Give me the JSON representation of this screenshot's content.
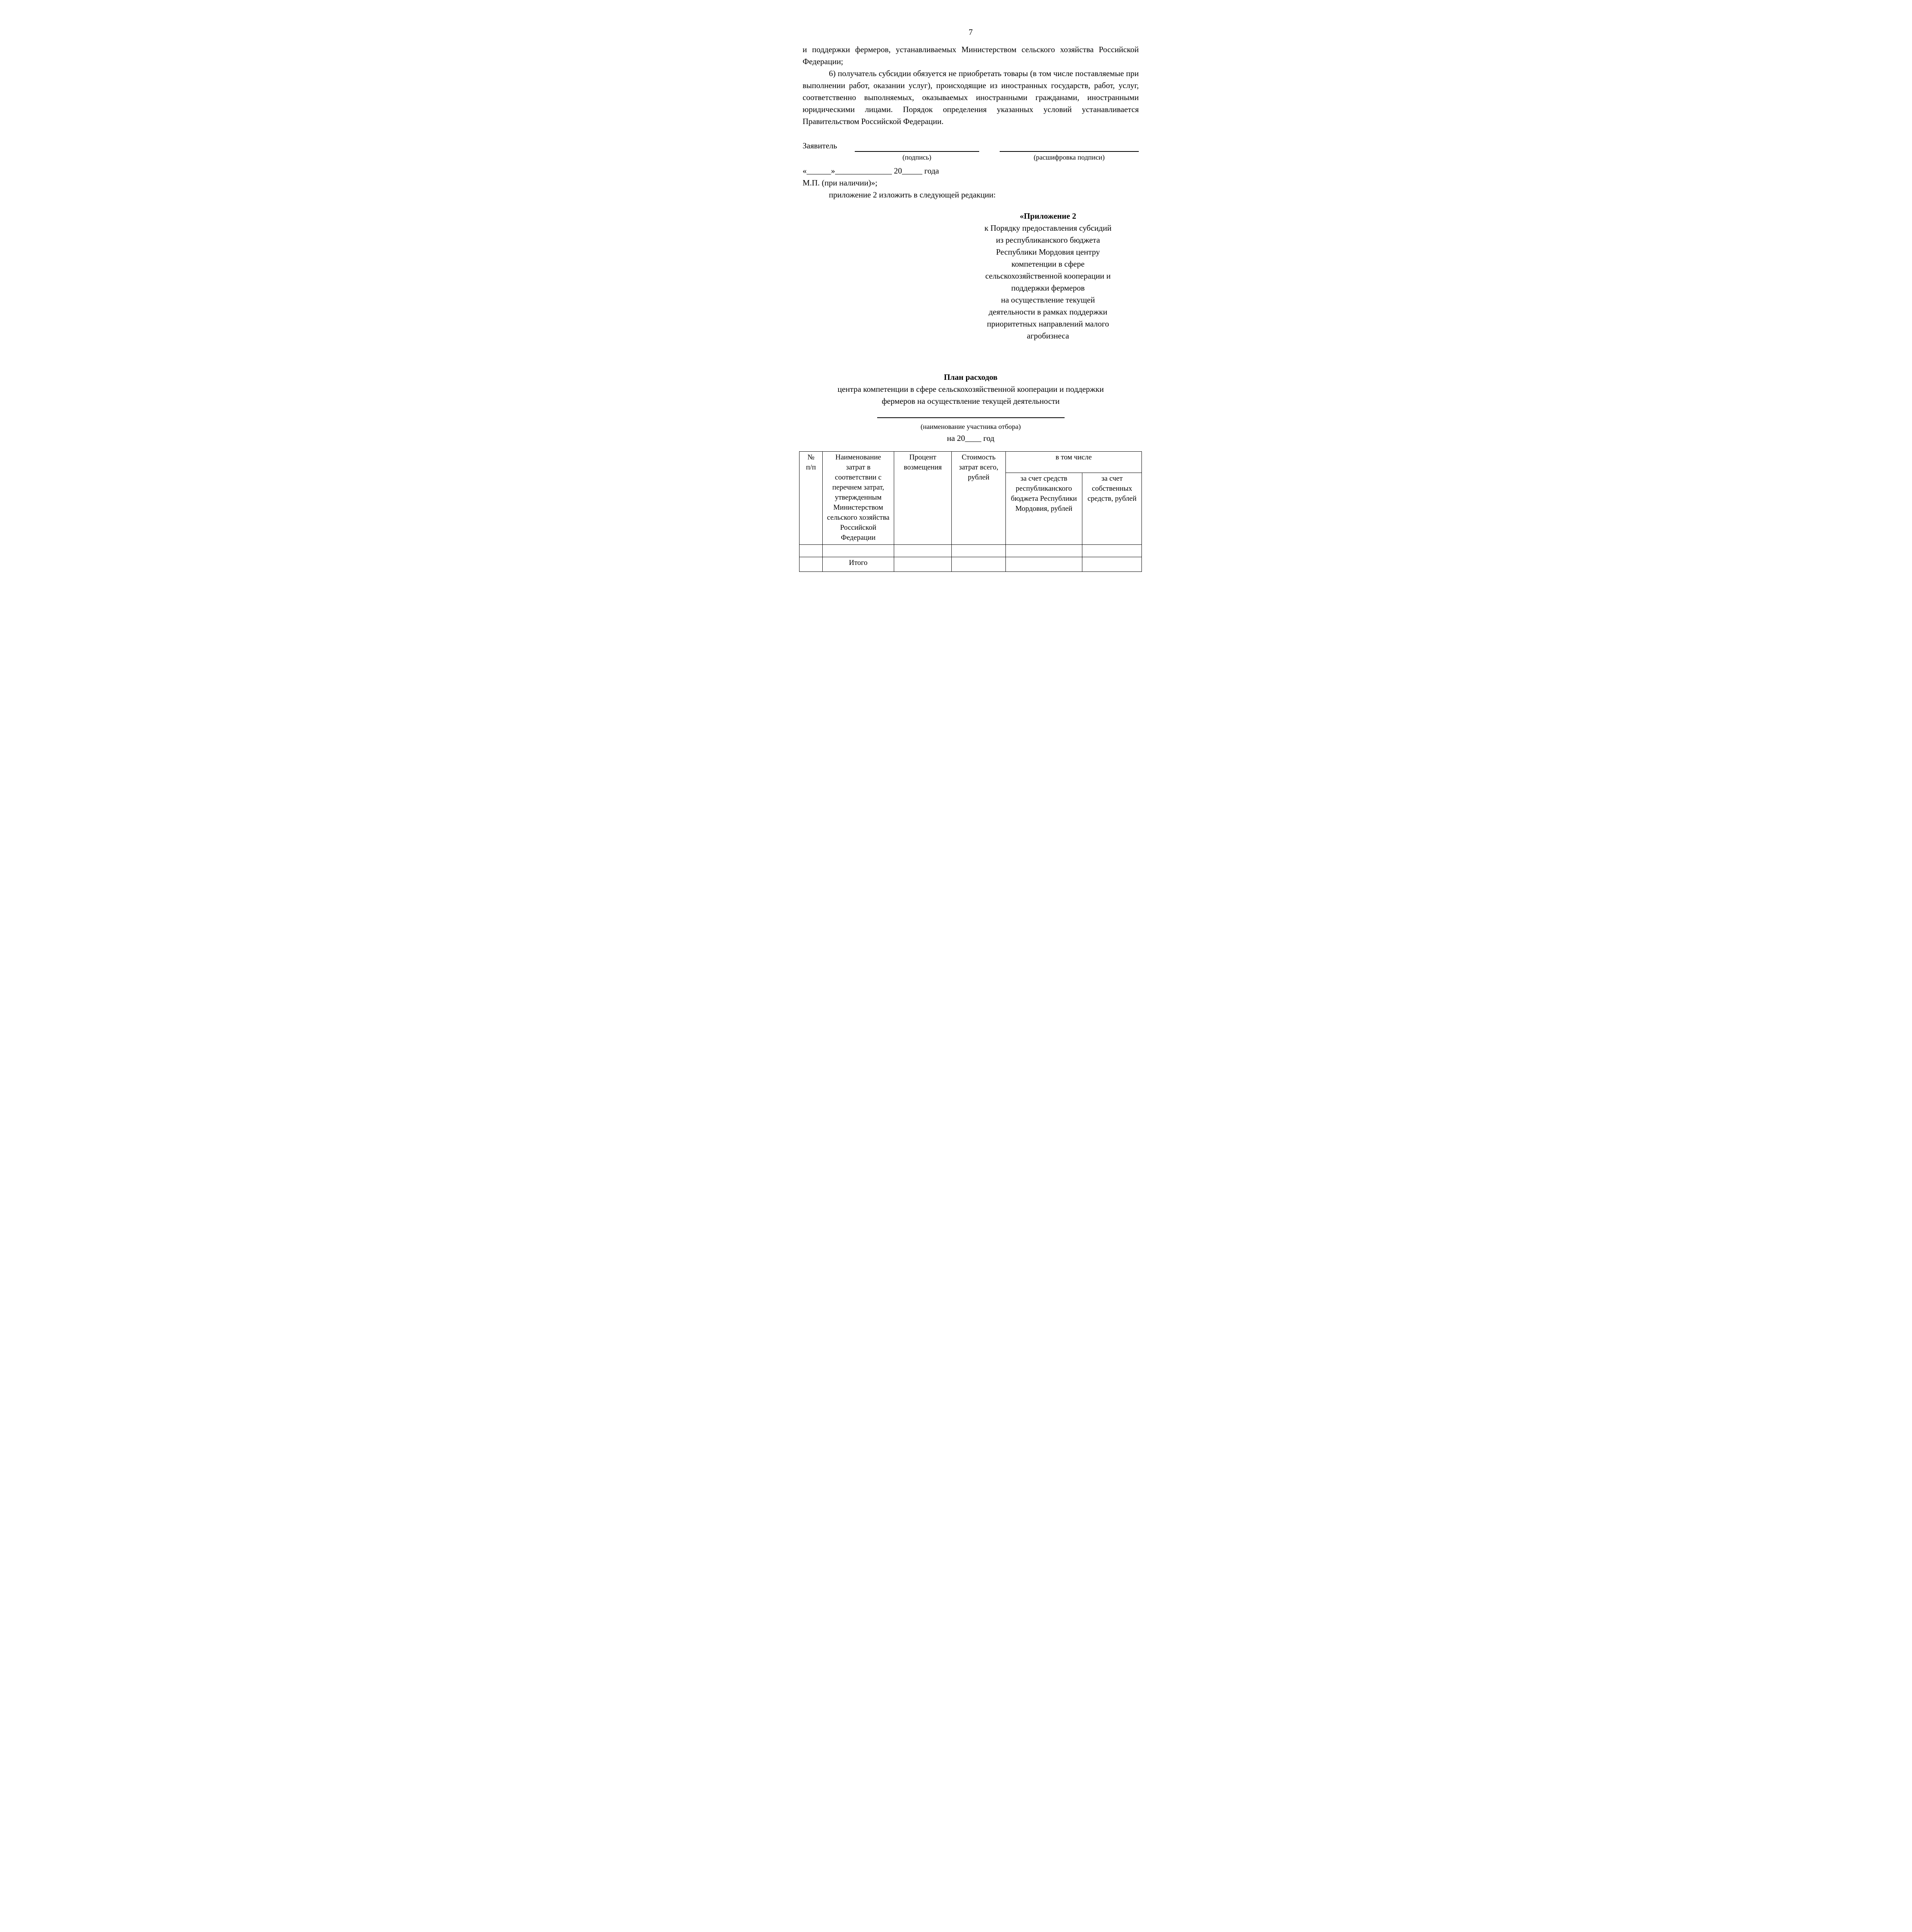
{
  "page_number": "7",
  "body": {
    "para1": "и поддержки фермеров, устанавливаемых Министерством сельского хозяйства Российской Федерации;",
    "para2": "6) получатель субсидии обязуется не приобретать товары (в том числе поставляемые при выполнении работ, оказании услуг), происходящие из иностранных государств, работ, услуг, соответственно выполняемых, оказываемых иностранными гражданами, иностранными юридическими лицами. Порядок определения указанных условий устанавливается Правительством Российской Федерации."
  },
  "signature": {
    "applicant_label": "Заявитель",
    "signature_caption": "(подпись)",
    "transcript_caption": "(расшифровка подписи)",
    "date_line": "«______»______________ 20_____ года",
    "seal_line": "М.П. (при наличии)»;",
    "amendment_instruction": "приложение 2 изложить в следующей редакции:"
  },
  "appendix": {
    "title": "«Приложение 2",
    "lines": [
      "к Порядку предоставления субсидий",
      "из республиканского бюджета",
      "Республики Мордовия центру",
      "компетенции в сфере",
      "сельскохозяйственной кооперации и",
      "поддержки фермеров",
      "на осуществление текущей",
      "деятельности в рамках поддержки",
      "приоритетных направлений малого",
      "агробизнеса"
    ]
  },
  "plan": {
    "title": "План расходов",
    "subtitle": "центра компетенции в сфере сельскохозяйственной кооперации и поддержки\nфермеров на осуществление текущей деятельности",
    "participant_caption": "(наименование участника отбора)",
    "year_line": "на 20____ год"
  },
  "table": {
    "headers": {
      "num": "№\nп/п",
      "name": "Наименование затрат в соответствии с перечнем затрат, утвержденным Министерством сельского хозяйства Российской Федерации",
      "percent": "Процент возмещения",
      "total_cost": "Стоимость затрат всего, рублей",
      "including": "в том числе",
      "republican_budget": "за счет средств республиканского бюджета Республики Мордовия, рублей",
      "own_funds": "за счет собственных средств, рублей"
    },
    "rows": [
      {
        "num": "",
        "name": "",
        "percent": "",
        "total_cost": "",
        "republican_budget": "",
        "own_funds": ""
      },
      {
        "num": "",
        "name": "Итого",
        "percent": "",
        "total_cost": "",
        "republican_budget": "",
        "own_funds": ""
      }
    ]
  }
}
